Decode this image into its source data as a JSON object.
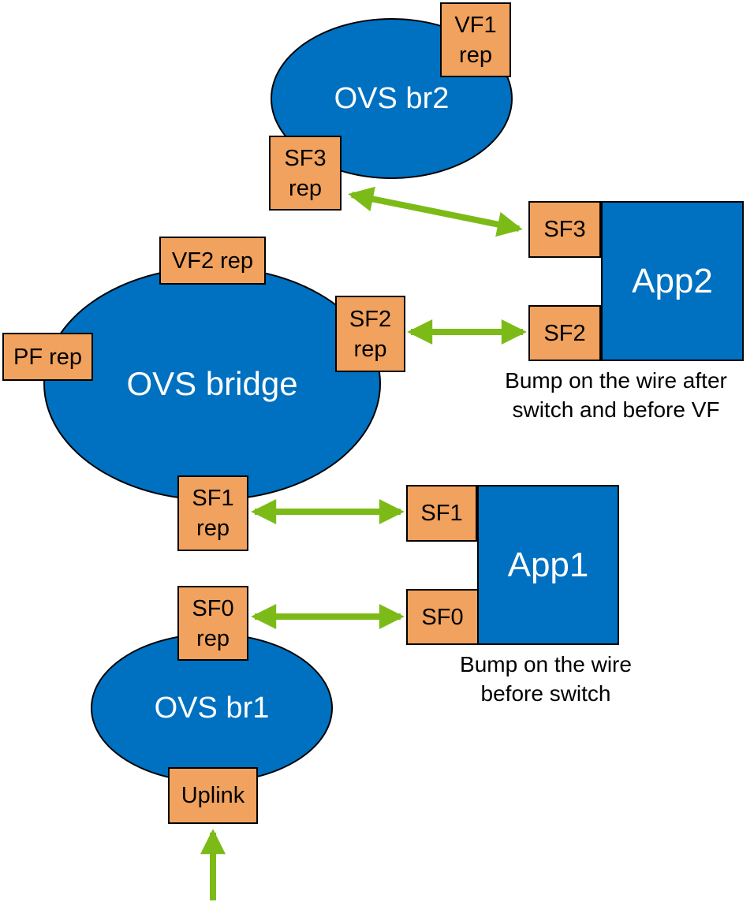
{
  "colors": {
    "node_fill_blue": "#0070C0",
    "port_fill_orange": "#F0A25E",
    "arrow_green": "#7CBB17",
    "outline_black": "#000000",
    "node_text_white": "#FFFFFF",
    "port_text_black": "#000000",
    "background_white": "#FFFFFF"
  },
  "nodes": {
    "ovs_br2": {
      "label": "OVS br2"
    },
    "ovs_bridge": {
      "label": "OVS bridge"
    },
    "ovs_br1": {
      "label": "OVS br1"
    },
    "app2": {
      "label": "App2"
    },
    "app1": {
      "label": "App1"
    }
  },
  "ports": {
    "vf1_rep": {
      "line1": "VF1",
      "line2": "rep"
    },
    "sf3_rep": {
      "line1": "SF3",
      "line2": "rep"
    },
    "vf2_rep": {
      "label": "VF2 rep"
    },
    "pf_rep": {
      "label": "PF rep"
    },
    "sf2_rep": {
      "line1": "SF2",
      "line2": "rep"
    },
    "sf1_rep": {
      "line1": "SF1",
      "line2": "rep"
    },
    "sf0_rep": {
      "line1": "SF0",
      "line2": "rep"
    },
    "uplink": {
      "label": "Uplink"
    },
    "app2_sf3": {
      "label": "SF3"
    },
    "app2_sf2": {
      "label": "SF2"
    },
    "app1_sf1": {
      "label": "SF1"
    },
    "app1_sf0": {
      "label": "SF0"
    }
  },
  "captions": {
    "app2": {
      "line1": "Bump on the wire after",
      "line2": "switch and before VF"
    },
    "app1": {
      "line1": "Bump on the wire",
      "line2": "before switch"
    }
  },
  "connections": [
    {
      "from": "SF3 rep (OVS br2)",
      "to": "SF3 (App2)",
      "type": "bidirectional"
    },
    {
      "from": "SF2 rep (OVS bridge)",
      "to": "SF2 (App2)",
      "type": "bidirectional"
    },
    {
      "from": "SF1 rep (OVS bridge)",
      "to": "SF1 (App1)",
      "type": "bidirectional"
    },
    {
      "from": "SF0 rep (OVS br1)",
      "to": "SF0 (App1)",
      "type": "bidirectional"
    },
    {
      "from": "external (bottom of diagram)",
      "to": "Uplink (OVS br1)",
      "type": "unidirectional-up"
    }
  ]
}
